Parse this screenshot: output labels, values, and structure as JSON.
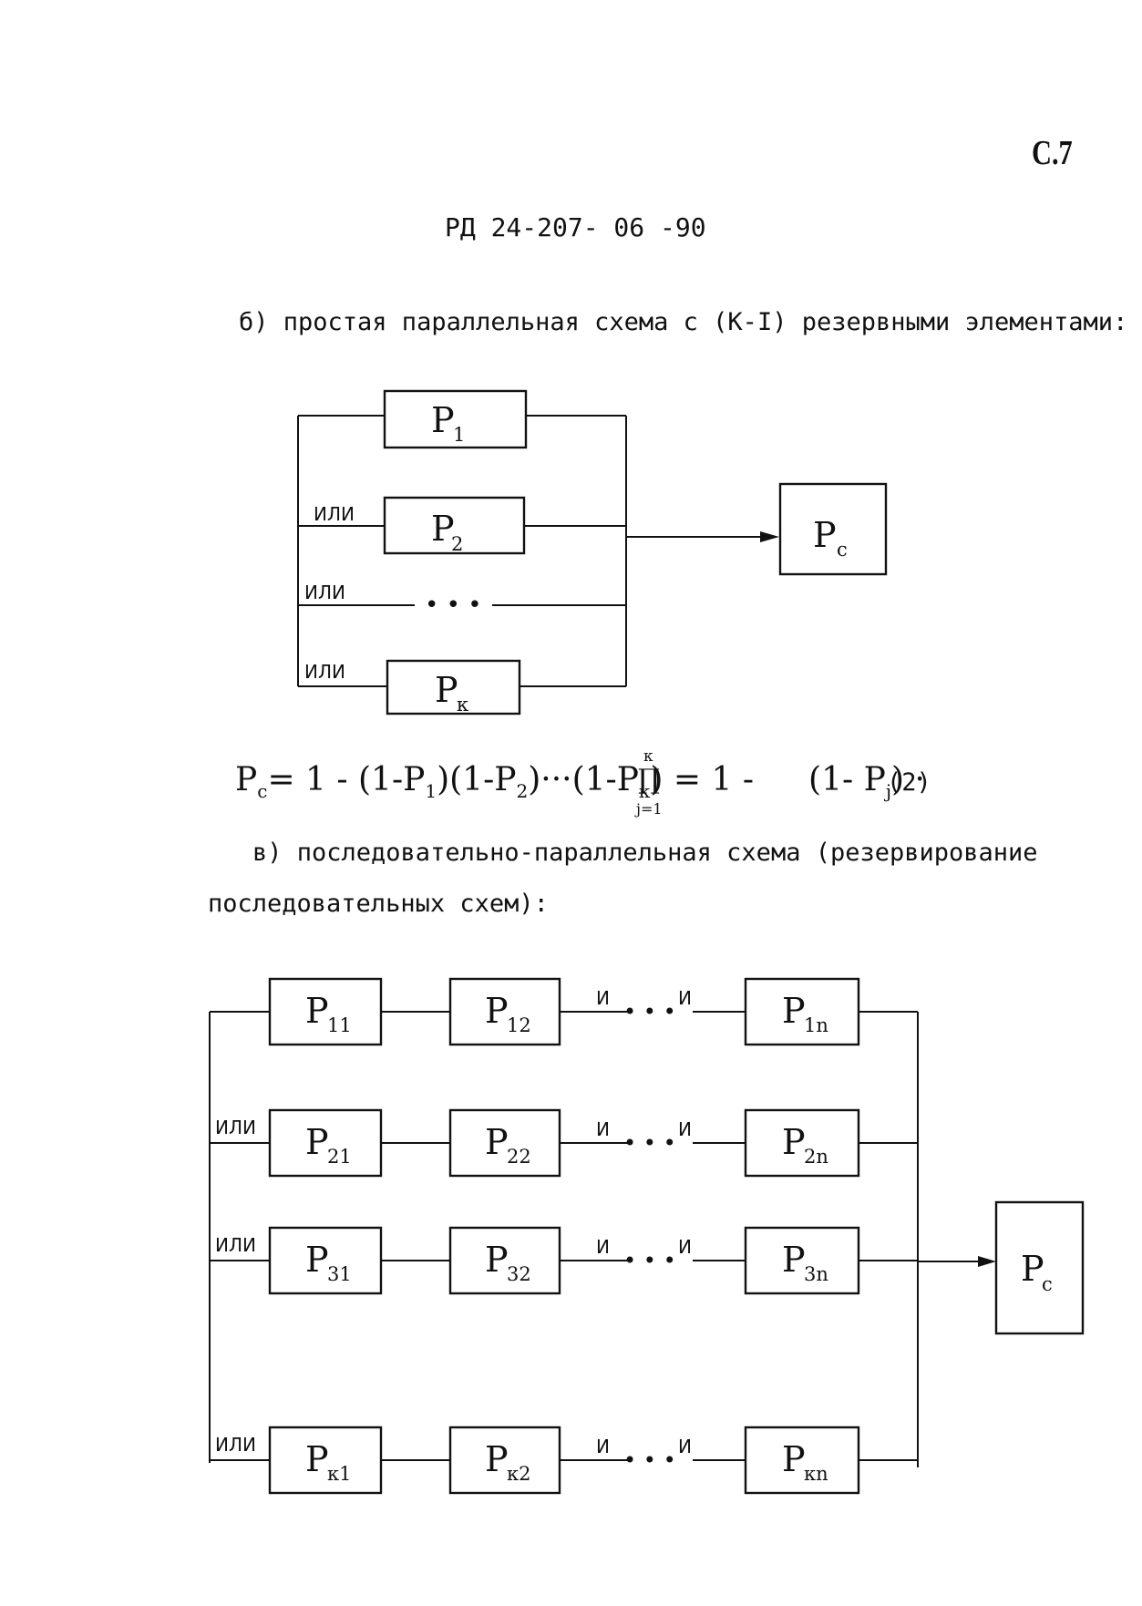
{
  "header": {
    "page_number": "С.7",
    "doc_id": "РД 24-207- 06 -90"
  },
  "section_b": {
    "heading": "б) простая параллельная схема с (К-I) резервными элементами:",
    "diagram": {
      "elements": [
        "Р",
        "Р",
        "Р"
      ],
      "subscripts": [
        "1",
        "2",
        "к"
      ],
      "or_label": "ИЛИ",
      "ellipsis": "• • •",
      "output": "Р",
      "output_sub": "с"
    },
    "formula": {
      "lhs": "Р",
      "lhs_sub": "с",
      "expr": "= 1 - (1-Р",
      "p1_sub": "1",
      "p2": ")(1-Р",
      "p2_sub": "2",
      "dots": ")···(1-Р",
      "pk_sub": "к",
      "rest": ") = 1 -",
      "prod_top": "к",
      "prod_symbol": "∏",
      "prod_bottom": "j=1",
      "tail": "(1- Р",
      "tail_sub": "j",
      "tail_end": ") ·",
      "number": "(2)"
    }
  },
  "section_c": {
    "heading_line1": "в) последовательно-параллельная схема (резервирование",
    "heading_line2": "последовательных схем):",
    "diagram": {
      "rows": [
        {
          "subs": [
            "11",
            "12",
            "1n"
          ],
          "or_label": ""
        },
        {
          "subs": [
            "21",
            "22",
            "2n"
          ],
          "or_label": "ИЛИ"
        },
        {
          "subs": [
            "31",
            "32",
            "3n"
          ],
          "or_label": "ИЛИ"
        },
        {
          "subs": [
            "к1",
            "к2",
            "кn"
          ],
          "or_label": "ИЛИ"
        }
      ],
      "element_letter": "Р",
      "and_label": "И",
      "ellipsis": "• • •",
      "output": "Р",
      "output_sub": "с"
    }
  }
}
